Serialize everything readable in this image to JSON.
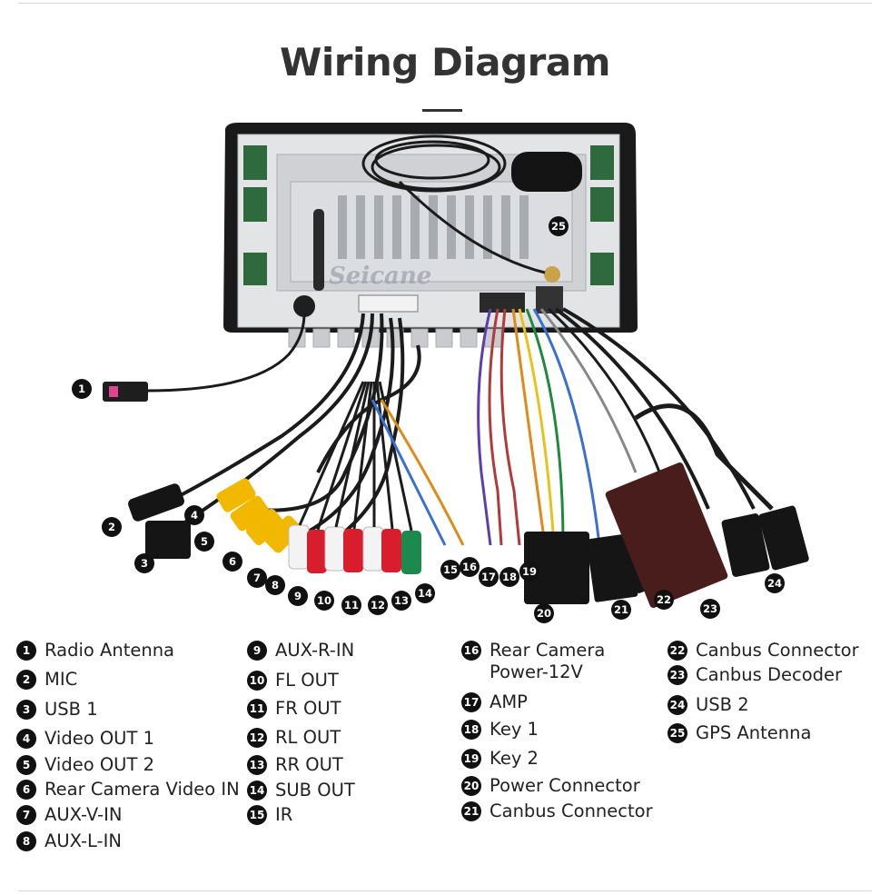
{
  "title": "Wiring Diagram",
  "watermark": "Seicane",
  "legend": [
    {
      "num": "1",
      "label": "Radio Antenna"
    },
    {
      "num": "2",
      "label": "MIC"
    },
    {
      "num": "3",
      "label": "USB 1"
    },
    {
      "num": "4",
      "label": "Video OUT 1"
    },
    {
      "num": "5",
      "label": "Video OUT 2"
    },
    {
      "num": "6",
      "label": "Rear Camera Video IN"
    },
    {
      "num": "7",
      "label": "AUX-V-IN"
    },
    {
      "num": "8",
      "label": "AUX-L-IN"
    },
    {
      "num": "9",
      "label": "AUX-R-IN"
    },
    {
      "num": "10",
      "label": "FL OUT"
    },
    {
      "num": "11",
      "label": "FR OUT"
    },
    {
      "num": "12",
      "label": "RL OUT"
    },
    {
      "num": "13",
      "label": "RR OUT"
    },
    {
      "num": "14",
      "label": "SUB OUT"
    },
    {
      "num": "15",
      "label": "IR"
    },
    {
      "num": "16",
      "label": "Rear Camera\nPower-12V"
    },
    {
      "num": "17",
      "label": "AMP"
    },
    {
      "num": "18",
      "label": "Key 1"
    },
    {
      "num": "19",
      "label": "Key 2"
    },
    {
      "num": "20",
      "label": "Power Connector"
    },
    {
      "num": "21",
      "label": "Canbus Connector"
    },
    {
      "num": "22",
      "label": "Canbus Connector"
    },
    {
      "num": "23",
      "label": "Canbus Decoder"
    },
    {
      "num": "24",
      "label": "USB 2"
    },
    {
      "num": "25",
      "label": "GPS Antenna"
    }
  ],
  "callouts": [
    "1",
    "2",
    "3",
    "4",
    "5",
    "6",
    "7",
    "8",
    "9",
    "10",
    "11",
    "12",
    "13",
    "14",
    "15",
    "16",
    "17",
    "18",
    "19",
    "20",
    "21",
    "22",
    "23",
    "24",
    "25"
  ]
}
